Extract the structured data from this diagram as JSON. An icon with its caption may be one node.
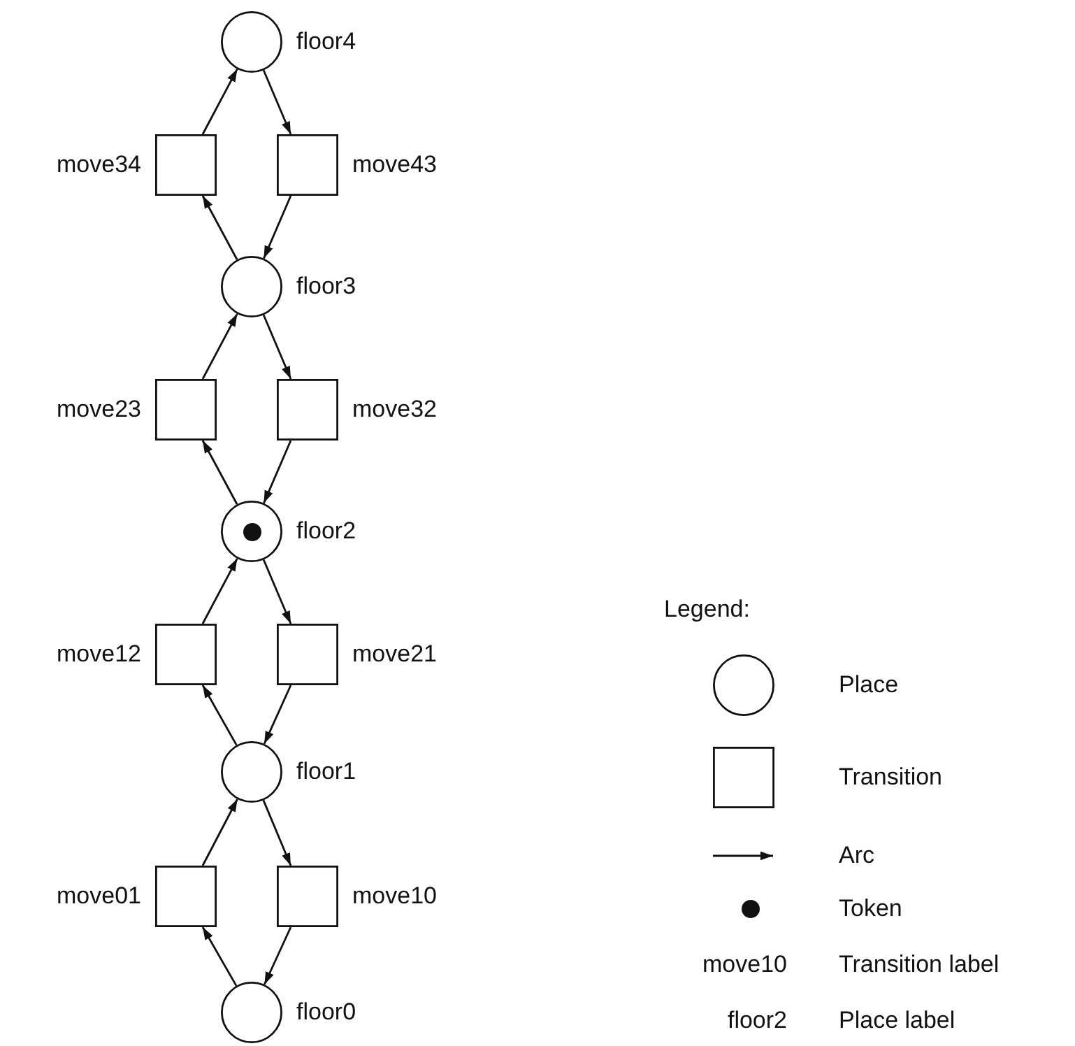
{
  "diagram": {
    "nodes": [
      {
        "text": [],
        "shape": "circle",
        "beside": [
          "floor4"
        ]
      },
      {
        "text": [],
        "shape": "box",
        "beside": [
          "move34"
        ]
      },
      {
        "text": [],
        "shape": "box",
        "beside": [
          "move43"
        ]
      },
      {
        "text": [],
        "shape": "circle",
        "beside": [
          "floor3"
        ]
      },
      {
        "text": [],
        "shape": "box",
        "beside": [
          "move23"
        ]
      },
      {
        "text": [],
        "shape": "box",
        "beside": [
          "move32"
        ]
      },
      {
        "text": [],
        "shape": "circle",
        "beside": [
          "floor2"
        ]
      },
      {
        "text": [],
        "shape": "dot",
        "in": 6
      },
      {
        "text": [],
        "shape": "box",
        "beside": [
          "move12"
        ]
      },
      {
        "text": [],
        "shape": "box",
        "beside": [
          "move21"
        ]
      },
      {
        "text": [],
        "shape": "circle",
        "beside": [
          "floor1"
        ]
      },
      {
        "text": [],
        "shape": "box",
        "beside": [
          "move01"
        ]
      },
      {
        "text": [],
        "shape": "box",
        "beside": [
          "move10"
        ]
      },
      {
        "text": [],
        "shape": "circle",
        "beside": [
          "floor0"
        ]
      }
    ],
    "edges": [
      {
        "from": 3,
        "to": 1,
        "arrow": "to"
      },
      {
        "from": 1,
        "to": 0,
        "arrow": "to"
      },
      {
        "from": 0,
        "to": 2,
        "arrow": "to"
      },
      {
        "from": 2,
        "to": 3,
        "arrow": "to"
      },
      {
        "from": 6,
        "to": 4,
        "arrow": "to"
      },
      {
        "from": 4,
        "to": 3,
        "arrow": "to"
      },
      {
        "from": 3,
        "to": 5,
        "arrow": "to"
      },
      {
        "from": 5,
        "to": 6,
        "arrow": "to"
      },
      {
        "from": 10,
        "to": 8,
        "arrow": "to"
      },
      {
        "from": 8,
        "to": 6,
        "arrow": "to"
      },
      {
        "from": 6,
        "to": 9,
        "arrow": "to"
      },
      {
        "from": 9,
        "to": 10,
        "arrow": "to"
      },
      {
        "from": 13,
        "to": 11,
        "arrow": "to"
      },
      {
        "from": 11,
        "to": 10,
        "arrow": "to"
      },
      {
        "from": 10,
        "to": 12,
        "arrow": "to"
      },
      {
        "from": 12,
        "to": 13,
        "arrow": "to"
      }
    ],
    "labels": [
      "Legend:",
      "move10",
      "floor2"
    ],
    "legend": [
      {
        "text": "Place"
      },
      {
        "text": "Transition"
      },
      {
        "text": "Arc"
      },
      {
        "text": "Token"
      },
      {
        "text": "Transition label"
      },
      {
        "text": "Place label"
      }
    ]
  }
}
